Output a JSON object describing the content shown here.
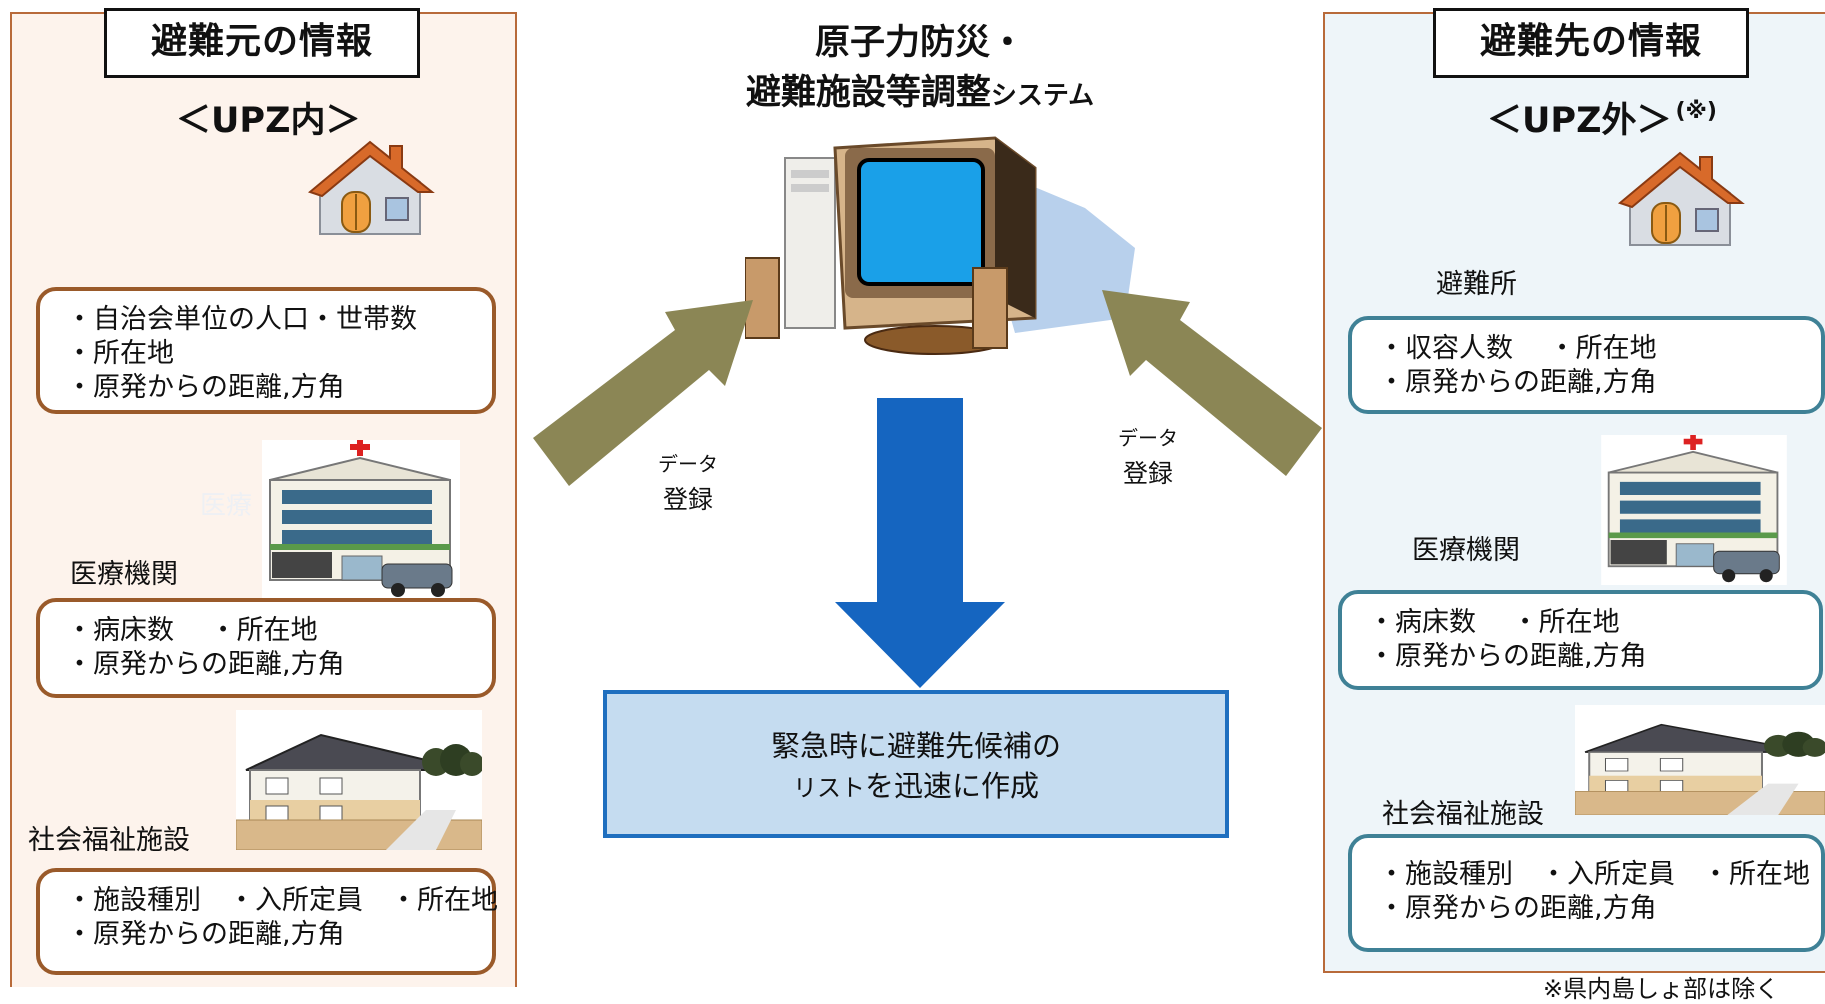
{
  "left": {
    "header": "避難元の情報",
    "subtitle": "＜UPZ内＞",
    "residents_box": [
      "・自治会単位の人口・世帯数",
      "・所在地",
      "・原発からの距離,方角"
    ],
    "hospital_label": "医療機関",
    "hospital_faint_label": "医療",
    "hospital_box": [
      "・病床数　 ・所在地",
      "・原発からの距離,方角"
    ],
    "welfare_label": "社会福祉施設",
    "welfare_box": [
      "・施設種別　・入所定員　・所在地",
      "・原発からの距離,方角"
    ]
  },
  "center": {
    "title_line1": "原子力防災・",
    "title_line2": "避難施設等調整",
    "title_line2_small": "システム",
    "left_arrow_label_small": "データ",
    "left_arrow_label": "登録",
    "right_arrow_label_small": "データ",
    "right_arrow_label": "登録",
    "result_line1": "緊急時に避難先候補の",
    "result_line2_small": "リスト",
    "result_line2": "を迅速に作成"
  },
  "right": {
    "header": "避難先の情報",
    "subtitle": "＜UPZ外＞",
    "subtitle_note": "(※)",
    "shelter_label": "避難所",
    "shelter_box": [
      "・収容人数　 ・所在地",
      "・原発からの距離,方角"
    ],
    "hospital_label": "医療機関",
    "hospital_box": [
      "・病床数　 ・所在地",
      "・原発からの距離,方角"
    ],
    "welfare_label": "社会福祉施設",
    "welfare_box": [
      "・施設種別　・入所定員　・所在地",
      "・原発からの距離,方角"
    ]
  },
  "footnote": "※県内島しょ部は除く",
  "colors": {
    "left_panel_bg": "#fdf3ec",
    "right_panel_bg": "#eef5f9",
    "brown_border": "#9a5a2a",
    "teal_border": "#3f8196",
    "olive_arrow": "#8b8655",
    "blue_arrow": "#1565c0",
    "result_bg": "#c5dcf0"
  }
}
